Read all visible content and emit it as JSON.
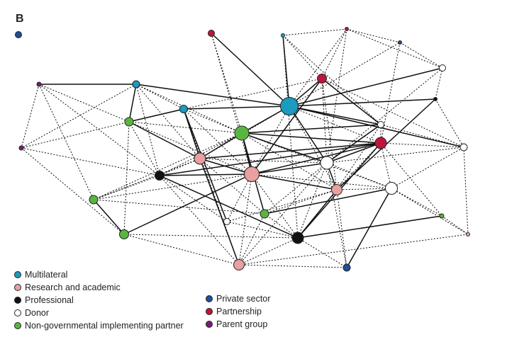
{
  "panel_label": "B",
  "colors": {
    "multilateral": "#1a9bbf",
    "research": "#e8a0a0",
    "professional": "#111111",
    "donor": "#ffffff",
    "ngo": "#5ab540",
    "private": "#1f4e9a",
    "partnership": "#c0143c",
    "parent": "#7a1a78"
  },
  "legend": {
    "left": [
      {
        "key": "multilateral",
        "label": "Multilateral"
      },
      {
        "key": "research",
        "label": "Research and academic"
      },
      {
        "key": "professional",
        "label": "Professional"
      },
      {
        "key": "donor",
        "label": "Donor"
      },
      {
        "key": "ngo",
        "label": "Non-governmental implementing partner"
      }
    ],
    "right": [
      {
        "key": "private",
        "label": "Private sector"
      },
      {
        "key": "partnership",
        "label": "Partnership"
      },
      {
        "key": "parent",
        "label": "Parent group"
      }
    ]
  }
}
